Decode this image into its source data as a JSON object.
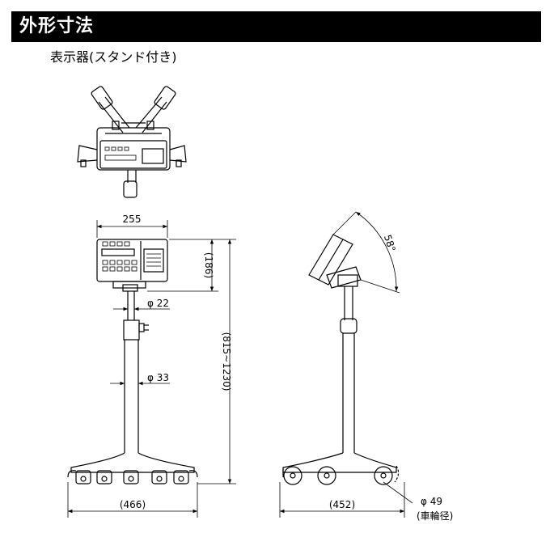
{
  "header": {
    "title": "外形寸法"
  },
  "subtitle": "表示器(スタンド付き)",
  "dimensions": {
    "width_display": "255",
    "height_display": "(186)",
    "pole_upper_dia": "φ 22",
    "pole_lower_dia": "φ 33",
    "height_range": "(815~1230)",
    "base_width_front": "(466)",
    "base_width_side": "(452)",
    "tilt_angle": "58°",
    "wheel_dia": "φ 49",
    "wheel_dia_note": "(車輪径)"
  }
}
